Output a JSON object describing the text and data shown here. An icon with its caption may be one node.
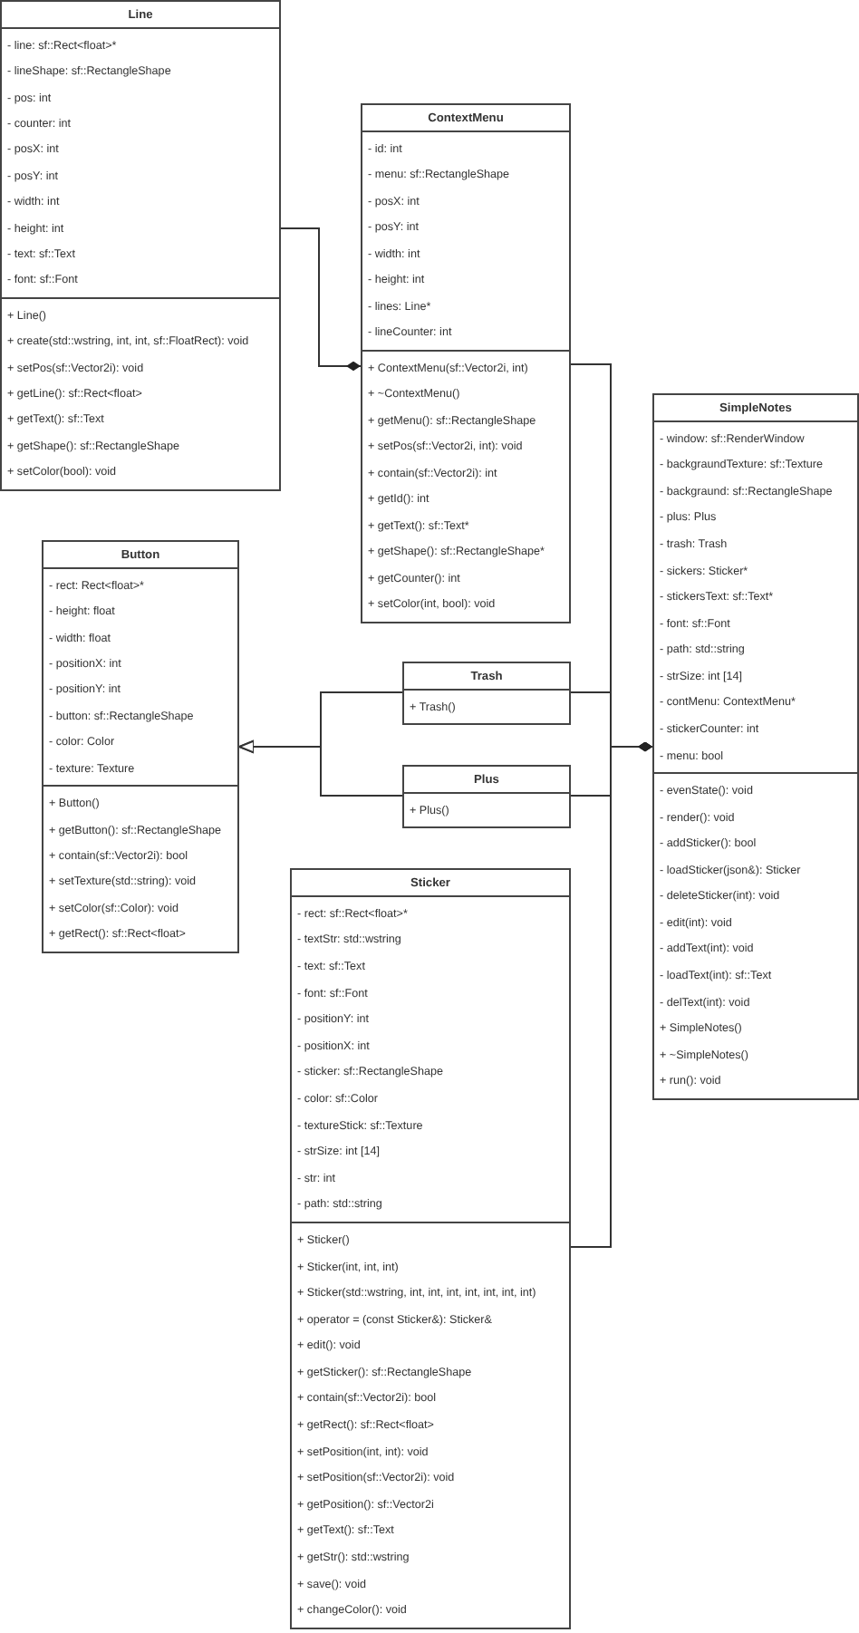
{
  "diagram": {
    "nodes": [
      {
        "text": [
          "Line",
          "- line: sf::Rect<float>*",
          "- lineShape: sf::RectangleShape",
          "- pos: int",
          "- counter: int",
          "- posX: int",
          "- posY: int",
          "- width: int",
          "- height: int",
          "- text: sf::Text",
          "- font: sf::Font",
          "+ Line()",
          "+ create(std::wstring, int, int, sf::FloatRect): void",
          "+ setPos(sf::Vector2i): void",
          "+ getLine(): sf::Rect<float>",
          "+ getText(): sf::Text",
          "+ getShape(): sf::RectangleShape",
          "+ setColor(bool): void"
        ]
      },
      {
        "text": [
          "ContextMenu",
          "- id: int",
          "- menu: sf::RectangleShape",
          "- posX: int",
          "- posY: int",
          "- width: int",
          "- height: int",
          "- lines: Line*",
          "- lineCounter: int",
          "+ ContextMenu(sf::Vector2i, int)",
          "+ ~ContextMenu()",
          "+ getMenu(): sf::RectangleShape",
          "+ setPos(sf::Vector2i, int): void",
          "+ contain(sf::Vector2i): int",
          "+ getId(): int",
          "+ getText(): sf::Text*",
          "+ getShape(): sf::RectangleShape*",
          "+ getCounter(): int",
          "+ setColor(int, bool): void"
        ]
      },
      {
        "text": [
          "SimpleNotes",
          "- window: sf::RenderWindow",
          "- backgraundTexture: sf::Texture",
          "- backgraund:  sf::RectangleShape",
          "- plus: Plus",
          "- trash: Trash",
          "- sickers: Sticker*",
          "- stickersText: sf::Text*",
          "- font: sf::Font",
          "- path: std::string",
          "- strSize: int [14]",
          "- contMenu: ContextMenu*",
          "- stickerCounter: int",
          "- menu: bool",
          "- evenState(): void",
          "- render(): void",
          "- addSticker(): bool",
          "- loadSticker(json&): Sticker",
          "- deleteSticker(int): void",
          "- edit(int): void",
          "- addText(int): void",
          "- loadText(int): sf::Text",
          "- delText(int): void",
          "+ SimpleNotes()",
          "+ ~SimpleNotes()",
          "+ run(): void"
        ]
      },
      {
        "text": [
          "Button",
          "- rect: Rect<float>*",
          "- height: float",
          "- width: float",
          "- positionX: int",
          "- positionY: int",
          "- button: sf::RectangleShape",
          "- color: Color",
          "- texture: Texture",
          "+ Button()",
          "+ getButton(): sf::RectangleShape",
          "+ contain(sf::Vector2i): bool",
          "+ setTexture(std::string): void",
          "+ setColor(sf::Color): void",
          "+ getRect(): sf::Rect<float>"
        ]
      },
      {
        "text": [
          "Trash",
          "+ Trash()"
        ]
      },
      {
        "text": [
          "Plus",
          "+ Plus()"
        ]
      },
      {
        "text": [
          "Sticker",
          "- rect: sf::Rect<float>*",
          "- textStr: std::wstring",
          "- text: sf::Text",
          "- font: sf::Font",
          "- positionY: int",
          "- positionX: int",
          "- sticker: sf::RectangleShape",
          "- color: sf::Color",
          "- textureStick: sf::Texture",
          "- strSize: int [14]",
          "- str: int",
          "- path: std::string",
          "+ Sticker()",
          "+ Sticker(int, int, int)",
          "+ Sticker(std::wstring, int, int, int, int, int, int, int)",
          "+ operator = (const Sticker&): Sticker&",
          "+ edit(): void",
          "+ getSticker(): sf::RectangleShape",
          "+ contain(sf::Vector2i): bool",
          "+ getRect(): sf::Rect<float>",
          "+ setPosition(int, int): void",
          "+ setPosition(sf::Vector2i): void",
          "+ getPosition(): sf::Vector2i",
          "+ getText(): sf::Text",
          "+ getStr(): std::wstring",
          "+ save(): void",
          "+ changeColor(): void"
        ]
      }
    ],
    "edges": [
      {
        "from": 0,
        "to": 1,
        "arrow": "other"
      },
      {
        "from": 1,
        "to": 2,
        "arrow": "other"
      },
      {
        "from": 4,
        "to": 2,
        "arrow": "other"
      },
      {
        "from": 5,
        "to": 2,
        "arrow": "other"
      },
      {
        "from": 6,
        "to": 2,
        "arrow": "other"
      },
      {
        "from": 4,
        "to": 3,
        "arrow": "to"
      },
      {
        "from": 5,
        "to": 3,
        "arrow": "to"
      }
    ]
  }
}
